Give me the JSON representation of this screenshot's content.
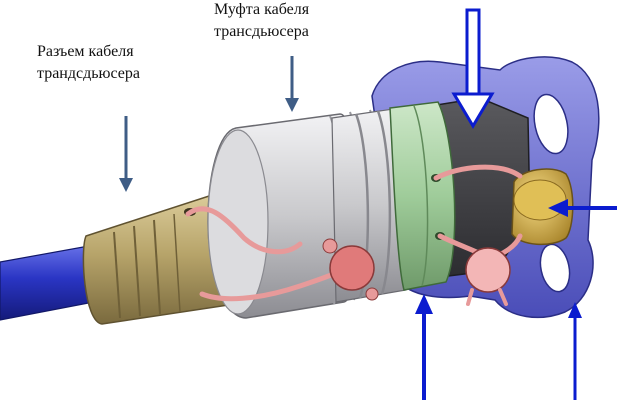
{
  "labels": {
    "connector_line1": "Разъем кабеля",
    "connector_line2": "трандсдьюсера",
    "sleeve_line1": "Муфта кабеля",
    "sleeve_line2": "трансдьюсера"
  },
  "colors": {
    "cable": "#2a35c4",
    "connector_body": "#b7a46a",
    "sleeve": "#c9c9cc",
    "nut": "#9fcc9a",
    "flange": "#6c6fd6",
    "safety_wire": "#e79a9a",
    "plug": "#d9b54a",
    "arrow_dark": "#3f5d86",
    "arrow_blue": "#0b1ccf"
  }
}
